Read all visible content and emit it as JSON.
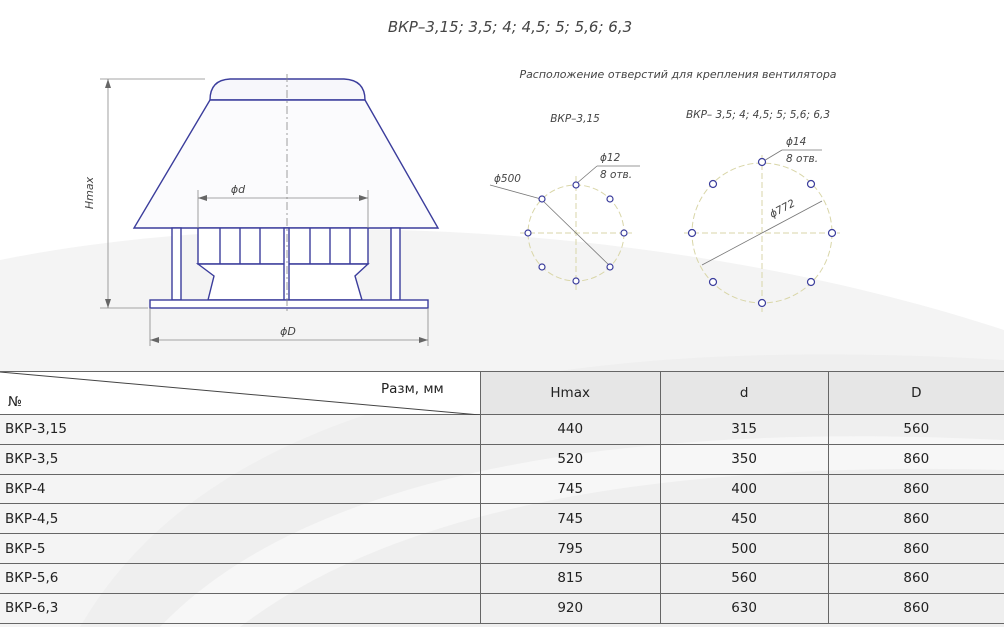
{
  "drawing": {
    "title": "ВКР–3,15; 3,5; 4; 4,5; 5; 5,6; 6,3",
    "holes_caption": "Расположение отверстий для крепления вентилятора",
    "label_hmax": "Hmax",
    "label_d": "ϕd",
    "label_D": "ϕD",
    "pattern_small": {
      "title": "ВКР–3,15",
      "circle_dia": "ϕ500",
      "hole_dia": "ϕ12",
      "hole_count": "8 отв."
    },
    "pattern_large": {
      "title": "ВКР– 3,5; 4; 4,5; 5; 5,6; 6,3",
      "circle_dia": "ϕ772",
      "hole_dia": "ϕ14",
      "hole_count": "8 отв."
    }
  },
  "table": {
    "corner_top": "Разм, мм",
    "corner_bottom": "№",
    "headers": [
      "Hmax",
      "d",
      "D"
    ],
    "rows": [
      {
        "name": "ВКР-3,15",
        "hmax": "440",
        "d": "315",
        "D": "560"
      },
      {
        "name": "ВКР-3,5",
        "hmax": "520",
        "d": "350",
        "D": "860"
      },
      {
        "name": "ВКР-4",
        "hmax": "745",
        "d": "400",
        "D": "860"
      },
      {
        "name": "ВКР-4,5",
        "hmax": "745",
        "d": "450",
        "D": "860"
      },
      {
        "name": "ВКР-5",
        "hmax": "795",
        "d": "500",
        "D": "860"
      },
      {
        "name": "ВКР-5,6",
        "hmax": "815",
        "d": "560",
        "D": "860"
      },
      {
        "name": "ВКР-6,3",
        "hmax": "920",
        "d": "630",
        "D": "860"
      }
    ]
  }
}
